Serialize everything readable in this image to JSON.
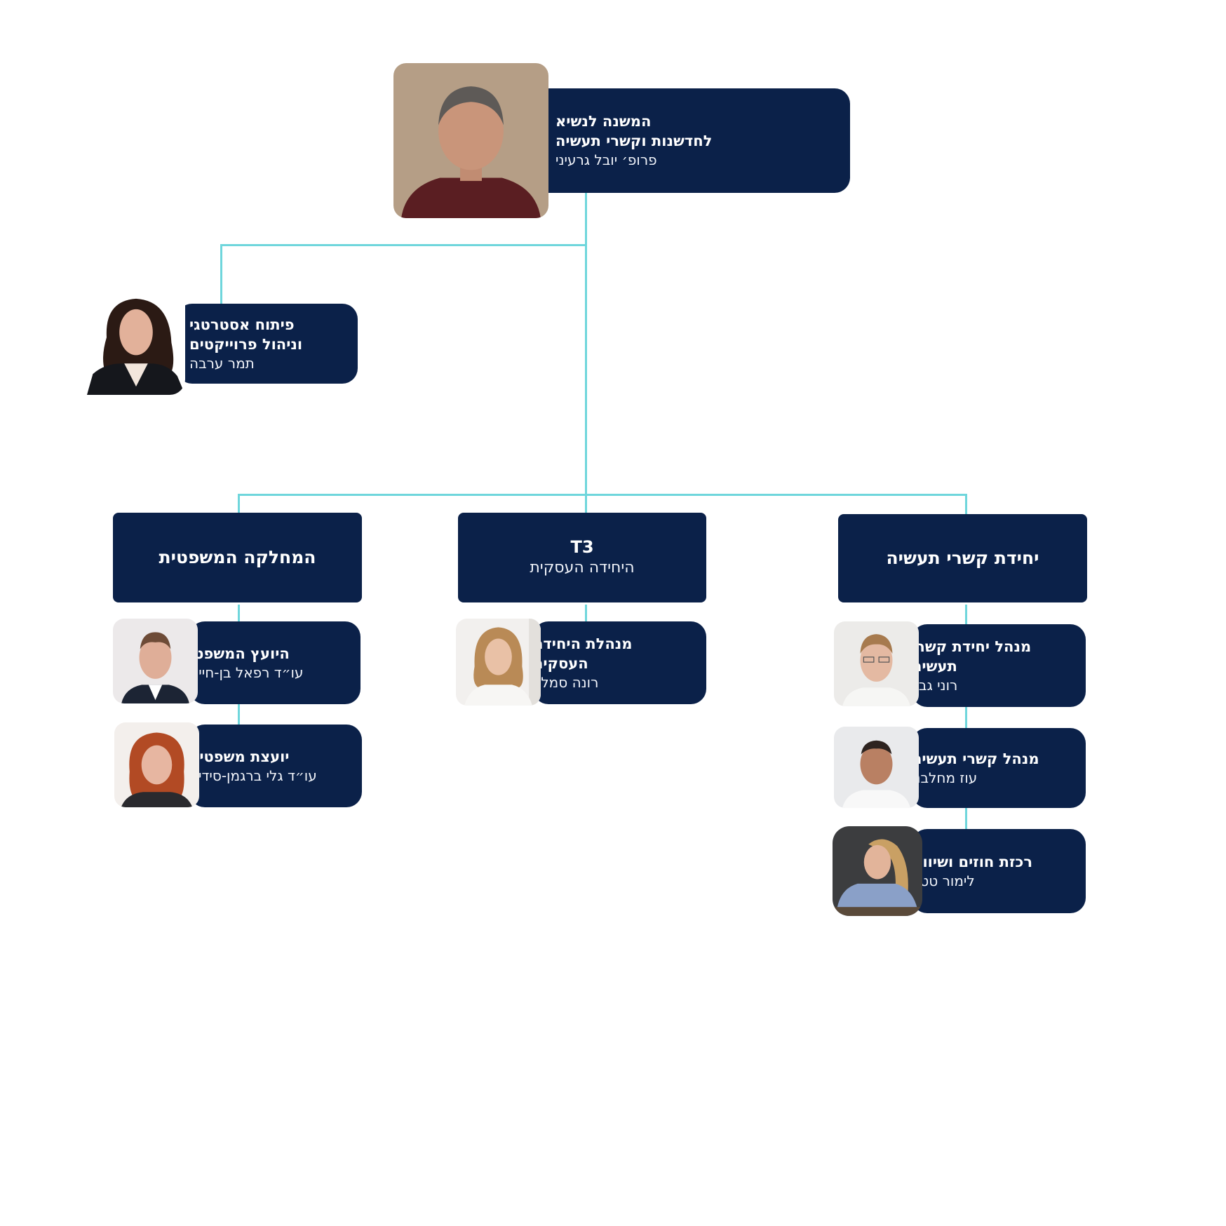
{
  "top": {
    "title_line1": "המשנה לנשיא",
    "title_line2": "לחדשנות וקשרי תעשיה",
    "name": "פרופ׳ יובל גרעיני",
    "photo": "portrait-photo"
  },
  "strategy": {
    "title_line1": "פיתוח אסטרטגי",
    "title_line2": "וניהול פרוייקטים",
    "name": "תמר ערבה",
    "photo": "portrait-photo"
  },
  "departments": [
    {
      "name": "המחלקה המשפטית",
      "members": [
        {
          "role": "היועץ המשפטי",
          "name": "עו״ד רפאל בן-חיים"
        },
        {
          "role": "יועצת משפטית",
          "name": "עו״ד גלי ברגמן-סידיס"
        }
      ]
    },
    {
      "code": "T3",
      "name": "היחידה העסקית",
      "members": [
        {
          "role_line1": "מנהלת היחידה",
          "role_line2": "העסקית",
          "name": "רונה סמלר"
        }
      ]
    },
    {
      "name": "יחידת קשרי תעשיה",
      "members": [
        {
          "role_line1": "מנהל יחידת קשרי",
          "role_line2": "תעשיה",
          "name": "רוני גבין"
        },
        {
          "role": "מנהל קשרי תעשיה",
          "name": "עוז מחלבני"
        },
        {
          "role": "רכזת חוזים ושיווק",
          "name": "לימור טטר"
        }
      ]
    }
  ],
  "colors": {
    "card_bg": "#0b2149",
    "connector": "#6fd6dc",
    "text": "#ffffff"
  }
}
